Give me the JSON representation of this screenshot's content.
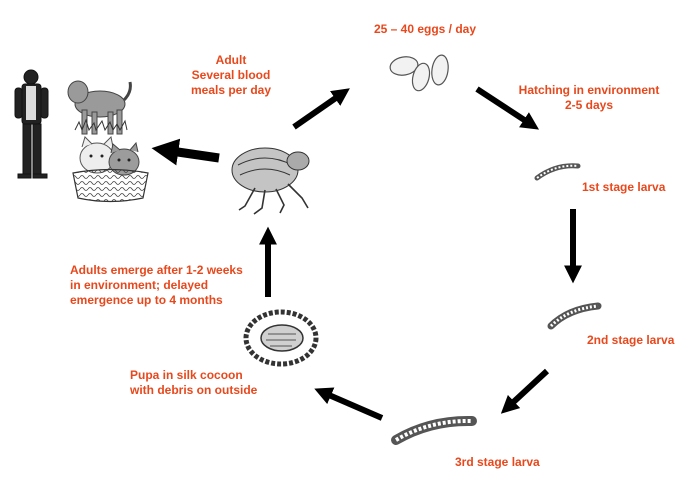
{
  "colors": {
    "label": "#e8481c",
    "arrow": "#000000",
    "sketch": "#333333"
  },
  "labels": {
    "eggs": "25 – 40 eggs / day",
    "hatching": "Hatching in environment\n2-5 days",
    "first_larva": "1st stage larva",
    "second_larva": "2nd stage larva",
    "third_larva": "3rd stage larva",
    "pupa": "Pupa in silk cocoon\nwith debris on outside",
    "emerge": "Adults emerge after 1-2 weeks\nin environment; delayed\nemergence up to 4 months",
    "adult": "Adult\nSeveral blood\nmeals per day"
  },
  "icons": {
    "hosts": [
      "man-icon",
      "dog-icon",
      "cats-in-basket-icon"
    ],
    "stages": [
      "flea-adult-icon",
      "eggs-icon",
      "larva-icon",
      "pupa-cocoon-icon"
    ]
  }
}
